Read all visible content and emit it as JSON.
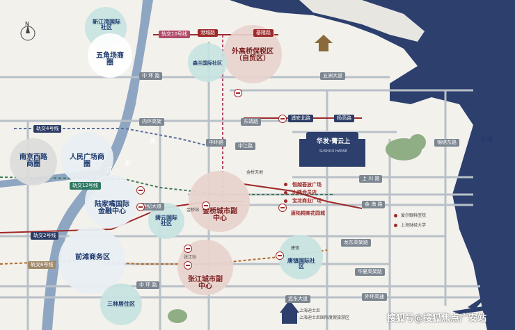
{
  "compass": "N",
  "water": {
    "river": [
      "黄",
      "浦",
      "江"
    ],
    "east_sea": "东海"
  },
  "zones": {
    "xinjiang": "新江湾国际社区",
    "wujiaochang": "五角场商圈",
    "gaoqiao": "外高桥保税区（自贸区）",
    "senlan": "森兰国际社区",
    "nanjing": "南京西路商圈",
    "peoples": "人民广场商圈",
    "lujiazui": "陆家嘴国际金融中心",
    "bisheng": "碧云国际社区",
    "jinqiao": "金桥城市副中心",
    "qiantan": "前滩商务区",
    "zhangjiang": "张江城市副中心",
    "tangzhen": "唐镇国际社区",
    "sanlin": "三林居住区"
  },
  "roads": {
    "gangcheng": "港城路",
    "jiliu": "基隆路",
    "line10": "轨交10号线",
    "mid_ring_n": "中 环 路",
    "wuzhou": "五洲大道",
    "inner_ring": "内环高架",
    "line4": "轨交4号线",
    "line12": "轨交12号线",
    "line2": "轨交2号线",
    "line6": "轨交6号线",
    "mid_ring_s": "中 环 路",
    "outer_ring": "外环高速",
    "shangchuan": "上 川 路",
    "jinhai": "金 海 路",
    "longdong": "龙东高架路",
    "huaxia": "华夏高架路",
    "century": "世纪大道",
    "mid_ring_v": "中环路",
    "zhongjiang": "中江路",
    "hongan": "浦安北路",
    "yanggao": "杨高路",
    "jinxiu": "锦绣东路",
    "dongjing": "东靖路",
    "yuanzhen": "远东大道"
  },
  "project": {
    "name": "华发·菁云上",
    "sub": "SUSHUO HANSE"
  },
  "pois": {
    "jinqiao_tiandi": "金桥天地",
    "hengyue": "恒越荟放广场",
    "shanfeng": "山峰会员店",
    "baolong": "宝龙商业广场",
    "jinqiao_station": "金桥站",
    "tangzhen_station": "唐镇",
    "metro_shanghai": "上海迪士尼",
    "disney": "上海迪士尼国际度假旅游区",
    "tangmu": "唐陆桐商花园城",
    "aier": "爱尔眼科医院",
    "shangcai": "上海财经大学",
    "zhangjiang_station": "张江站"
  },
  "watermark": "搜狐号@搜狐焦点广安站"
}
